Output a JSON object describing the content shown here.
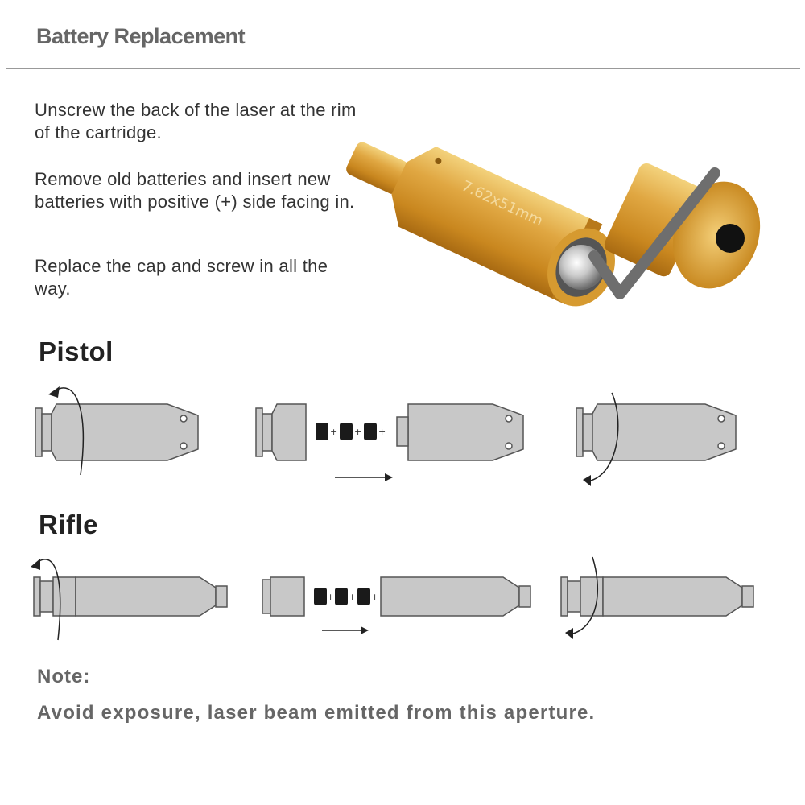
{
  "header": {
    "title": "Battery Replacement"
  },
  "instructions": [
    "Unscrew the back of the laser at the rim of the cartridge.",
    "Remove old batteries and insert new batteries with positive (+) side facing in.",
    "Replace the cap and screw in all the way."
  ],
  "product_photo": {
    "engraving": "7.62x51mm"
  },
  "sections": {
    "pistol": {
      "label": "Pistol"
    },
    "rifle": {
      "label": "Rifle"
    }
  },
  "battery_sign": "+",
  "note": {
    "label": "Note:",
    "text": "Avoid exposure, laser beam emitted from this aperture."
  },
  "colors": {
    "brass": "#d79a2e",
    "diagram_fill": "#c8c8c8",
    "diagram_stroke": "#555555",
    "checkmark": "#6e6e6e"
  }
}
